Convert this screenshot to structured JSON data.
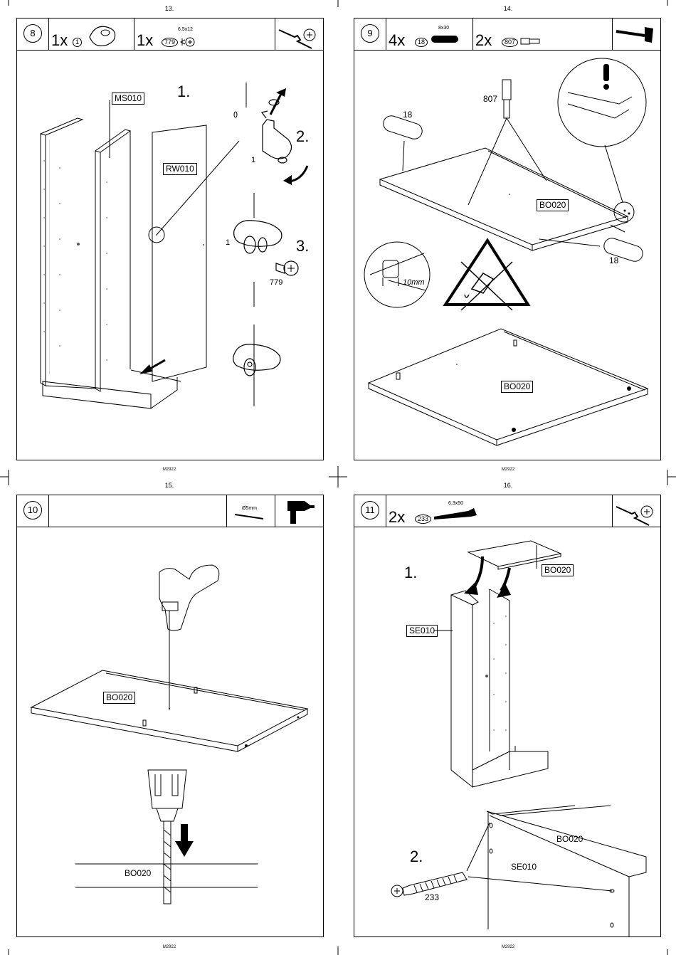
{
  "page_numbers": [
    "13.",
    "14.",
    "15.",
    "16."
  ],
  "model_code": "M2922",
  "steps": {
    "s8": {
      "number": "8",
      "qty1": "1x",
      "part1": "1",
      "qty2": "1x",
      "part2": "779",
      "part2_size": "6,5x12",
      "sub1": "1.",
      "sub2": "2.",
      "sub3": "3.",
      "label_ms": "MS010",
      "label_rw": "RW010",
      "callout_1a": "1",
      "callout_1b": "1",
      "callout_779": "779"
    },
    "s9": {
      "number": "9",
      "qty1": "4x",
      "part1": "18",
      "part1_size": "8x30",
      "qty2": "2x",
      "part2": "807",
      "label_807": "807",
      "label_18a": "18",
      "label_18b": "18",
      "label_bo_top": "BO020",
      "label_bo_bottom": "BO020",
      "dim": "10mm"
    },
    "s10": {
      "number": "10",
      "bit": "Ø5mm",
      "label_bo": "BO020",
      "label_bo2": "BO020"
    },
    "s11": {
      "number": "11",
      "qty1": "2x",
      "part1": "233",
      "part1_size": "6,3x50",
      "sub1": "1.",
      "sub2": "2.",
      "label_bo": "BO020",
      "label_se": "SE010",
      "label_bo2": "BO020",
      "label_se2": "SE010",
      "label_233": "233"
    }
  }
}
